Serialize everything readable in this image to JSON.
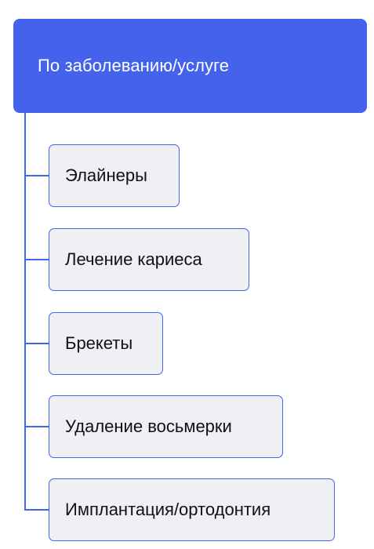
{
  "root": {
    "label": "По заболеванию/услуге"
  },
  "items": [
    {
      "label": "Элайнеры"
    },
    {
      "label": "Лечение кариеса"
    },
    {
      "label": "Брекеты"
    },
    {
      "label": "Удаление восьмерки"
    },
    {
      "label": "Имплантация/ортодонтия"
    }
  ],
  "colors": {
    "accent": "#4462ec",
    "item_background": "#eef0f4",
    "text": "#111111",
    "root_text": "#ffffff"
  }
}
